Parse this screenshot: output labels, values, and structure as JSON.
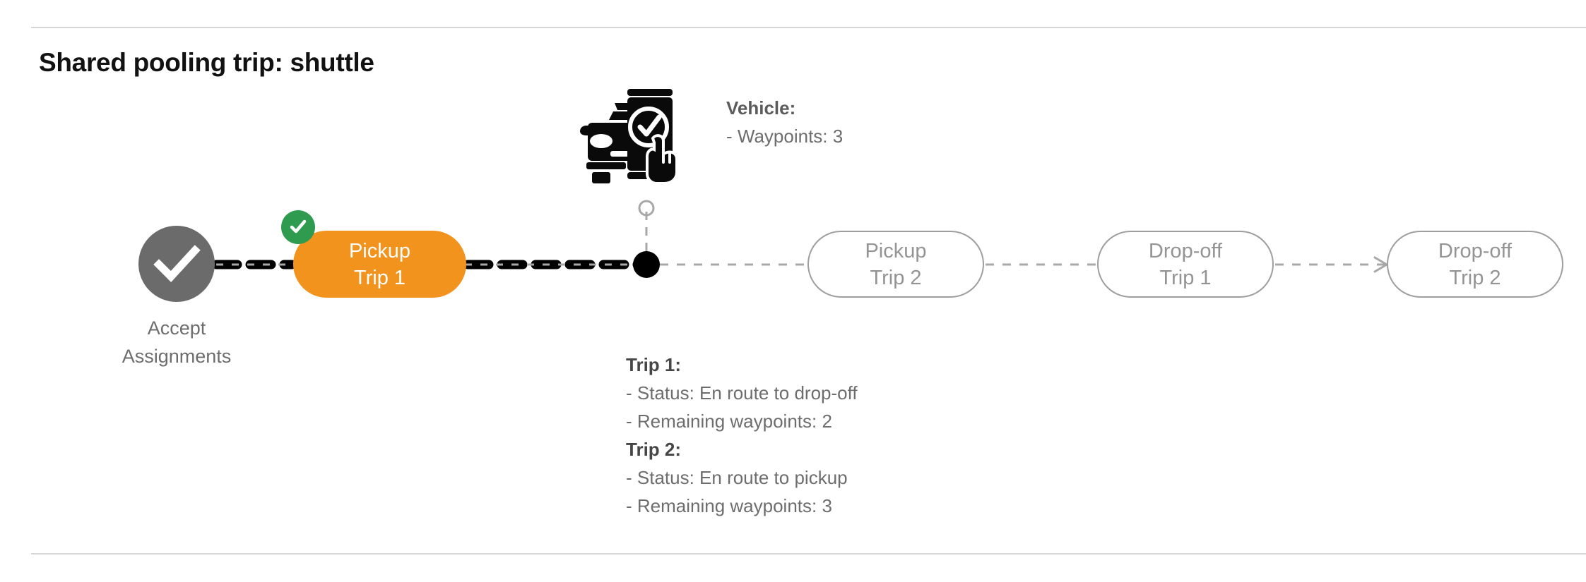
{
  "page": {
    "title": "Shared pooling trip: shuttle",
    "background_color": "#ffffff",
    "divider_color": "#d6d6d6"
  },
  "colors": {
    "active_node": "#f2931e",
    "completed_node": "#6b6b6b",
    "badge_green": "#2e9b4f",
    "upcoming_outline": "#9e9e9e",
    "upcoming_text": "#949494",
    "body_text": "#6d6d6d",
    "heading_text": "#121212",
    "path_completed": "#000000",
    "path_upcoming": "#a8a8a8"
  },
  "timeline": {
    "start_node": {
      "name": "accept-assignments",
      "icon": "check-circle-icon",
      "label_line1": "Accept",
      "label_line2": "Assignments",
      "state": "completed"
    },
    "nodes": [
      {
        "id": "pickup-trip-1",
        "line1": "Pickup",
        "line2": "Trip 1",
        "state": "active",
        "badge": "check-badge-icon"
      },
      {
        "id": "pickup-trip-2",
        "line1": "Pickup",
        "line2": "Trip 2",
        "state": "upcoming",
        "badge": null
      },
      {
        "id": "dropoff-trip-1",
        "line1": "Drop-off",
        "line2": "Trip 1",
        "state": "upcoming",
        "badge": null
      },
      {
        "id": "dropoff-trip-2",
        "line1": "Drop-off",
        "line2": "Trip 2",
        "state": "upcoming",
        "badge": null
      }
    ],
    "current_position_marker": {
      "name": "current-waypoint-marker",
      "style": "filled-dot-with-dashed-stem"
    }
  },
  "vehicle_callout": {
    "icon": "vehicle-app-check-icon",
    "heading": "Vehicle",
    "heading_suffix": ":",
    "rows": [
      {
        "text": "- Waypoints: 3"
      }
    ]
  },
  "trips_callout": {
    "trips": [
      {
        "heading": "Trip 1",
        "heading_suffix": ":",
        "rows": [
          {
            "text": "- Status:  En route to drop-off"
          },
          {
            "text": "- Remaining waypoints: 2"
          }
        ]
      },
      {
        "heading": "Trip 2",
        "heading_suffix": ":",
        "rows": [
          {
            "text": "- Status:  En route to pickup"
          },
          {
            "text": "- Remaining waypoints: 3"
          }
        ]
      }
    ]
  }
}
